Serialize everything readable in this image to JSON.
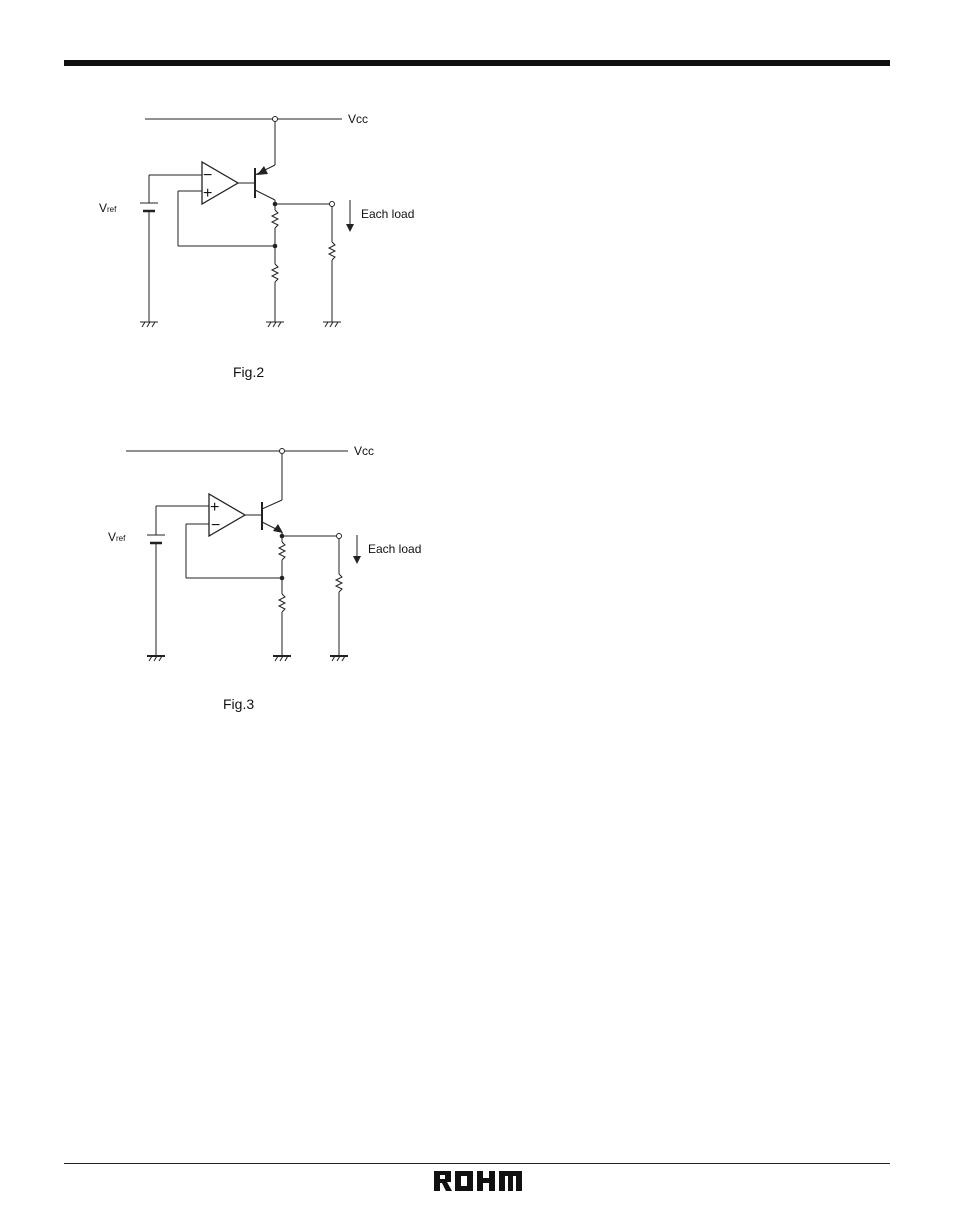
{
  "figures": [
    {
      "caption": "Fig.2",
      "vcc_label": "Vcc",
      "vref_label": "Vref",
      "vref_main": "V",
      "vref_sub": "ref",
      "load_label": "Each load",
      "opamp_top_input": "−",
      "opamp_bottom_input": "+",
      "transistor": "PNP"
    },
    {
      "caption": "Fig.3",
      "vcc_label": "Vcc",
      "vref_label": "Vref",
      "vref_main": "V",
      "vref_sub": "ref",
      "load_label": "Each load",
      "opamp_top_input": "+",
      "opamp_bottom_input": "−",
      "transistor": "NPN"
    }
  ],
  "footer": {
    "logo_text": "ROHM"
  }
}
